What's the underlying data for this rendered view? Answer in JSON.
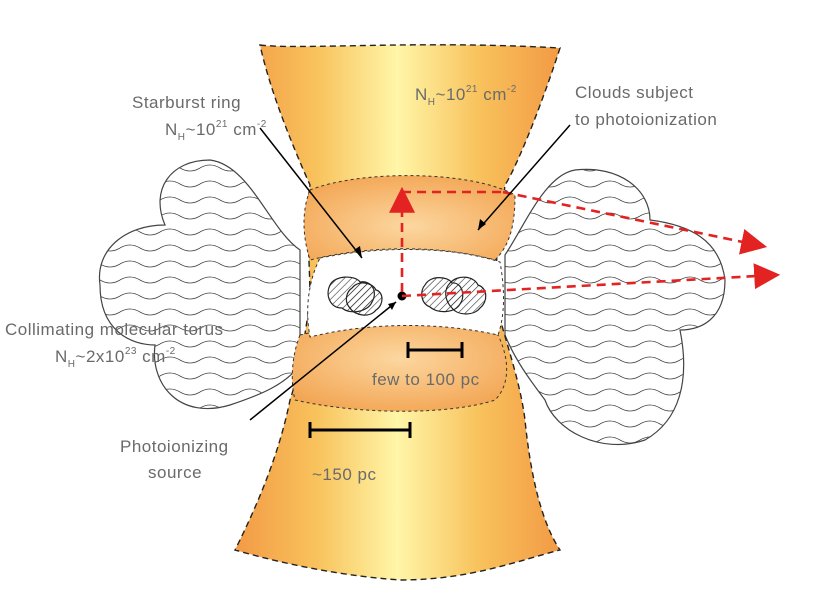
{
  "labels": {
    "column_density_top": "N",
    "column_density_top_sub": "H",
    "column_density_top_value": "~10",
    "column_density_top_exp": "21",
    "column_density_top_unit": "cm",
    "column_density_top_unit_exp": "-2",
    "starburst_line1": "Starburst ring",
    "starburst_N": "N",
    "starburst_N_sub": "H",
    "starburst_value": "~10",
    "starburst_exp": "21",
    "starburst_unit": "cm",
    "starburst_unit_exp": "-2",
    "clouds_line1": "Clouds subject",
    "clouds_line2": "to photoionization",
    "torus_line1": "Collimating molecular torus",
    "torus_N": "N",
    "torus_N_sub": "H",
    "torus_value": "~2x10",
    "torus_exp": "23",
    "torus_unit": "cm",
    "torus_unit_exp": "-2",
    "scale_small": "few to 100 pc",
    "scale_large": "~150 pc",
    "source_line1": "Photoionizing",
    "source_line2": "source"
  },
  "colors": {
    "funnel_edge": "#f4a04a",
    "funnel_center": "#fff3a0",
    "torus_orange": "#f5a550",
    "arrow_red": "#e32222",
    "line": "#000000"
  }
}
